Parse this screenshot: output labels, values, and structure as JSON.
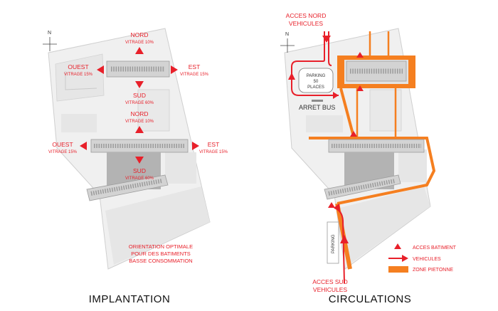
{
  "colors": {
    "accent_red": "#e8202a",
    "pedestrian_orange": "#f57f20",
    "ground_light": "#f0f0f0",
    "ground_mid": "#e3e3e3",
    "building_dark": "#b3b3b3"
  },
  "left_panel": {
    "north_mark": "N",
    "caption": "IMPLANTATION",
    "building1": {
      "nord": "NORD",
      "nord_vitrage": "VITRAGE 10%",
      "ouest": "OUEST",
      "ouest_vitrage": "VITRAGE 15%",
      "est": "EST",
      "est_vitrage": "VITRAGE 15%",
      "sud": "SUD",
      "sud_vitrage": "VITRAGE 60%"
    },
    "building2": {
      "nord": "NORD",
      "nord_vitrage": "VITRAGE 10%",
      "ouest": "OUEST",
      "ouest_vitrage": "VITRAGE 15%",
      "est": "EST",
      "est_vitrage": "VITRAGE 15%",
      "sud": "SUD",
      "sud_vitrage": "VITRAGE 60%"
    },
    "note": [
      "ORIENTATION OPTIMALE",
      "POUR DES BATIMENTS",
      "BASSE CONSOMMATION"
    ]
  },
  "right_panel": {
    "north_mark": "N",
    "caption": "CIRCULATIONS",
    "acces_nord": [
      "ACCES NORD",
      "VEHICULES"
    ],
    "acces_sud": [
      "ACCES SUD",
      "VEHICULES"
    ],
    "parking_main": [
      "PARKING",
      "50",
      "PLACES"
    ],
    "parking_small": "PARKING",
    "arret_bus": "ARRET BUS",
    "legend": {
      "acces_batiment": "ACCES BATIMENT",
      "vehicules": "VEHICULES",
      "zone_pietonne": "ZONE PIETONNE"
    }
  }
}
